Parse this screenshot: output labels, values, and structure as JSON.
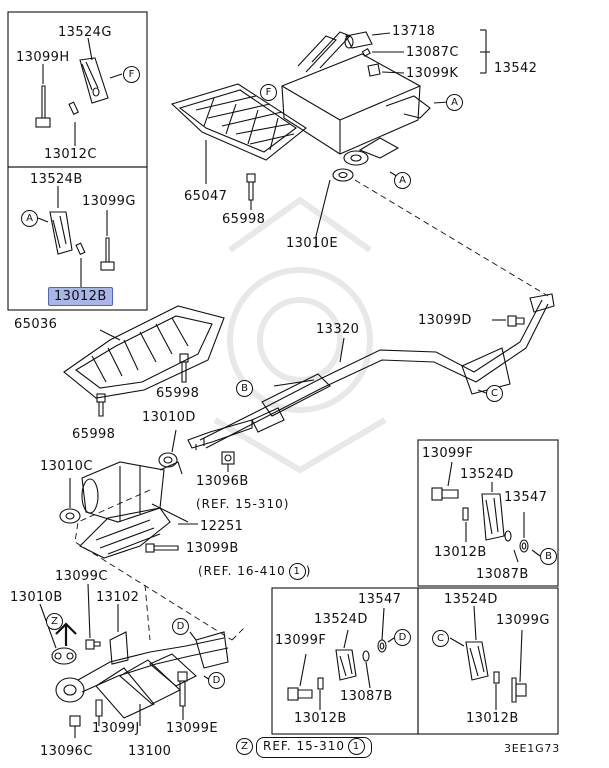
{
  "labels": {
    "p13524G": "13524G",
    "p13099H": "13099H",
    "p13012C": "13012C",
    "p13524B": "13524B",
    "p13099G_left": "13099G",
    "p13012B_left": "13012B",
    "p13718": "13718",
    "p13087C": "13087C",
    "p13099K": "13099K",
    "p13542": "13542",
    "p65047": "65047",
    "p65998_top": "65998",
    "p13010E": "13010E",
    "p13099D": "13099D",
    "p65036": "65036",
    "p13320": "13320",
    "p65998_mid": "65998",
    "p65998_low": "65998",
    "p13010D": "13010D",
    "p13096B": "13096B",
    "p13010C": "13010C",
    "p12251": "12251",
    "p13099B": "13099B",
    "p13099C": "13099C",
    "p13010B": "13010B",
    "p13102": "13102",
    "p13099J": "13099J",
    "p13099E": "13099E",
    "p13096C": "13096C",
    "p13100": "13100",
    "p13547_mid": "13547",
    "p13524D_mid": "13524D",
    "p13099F_mid": "13099F",
    "p13087B_mid": "13087B",
    "p13012B_mid": "13012B",
    "p13099F_r": "13099F",
    "p13524D_r": "13524D",
    "p13547_r": "13547",
    "p13012B_r": "13012B",
    "p13087B_r": "13087B",
    "p13524D_br": "13524D",
    "p13099G_br": "13099G",
    "p13012B_br": "13012B"
  },
  "markers": {
    "A": "A",
    "B": "B",
    "C": "C",
    "D": "D",
    "F": "F",
    "Z": "Z",
    "one": "1"
  },
  "refs": {
    "ref_15_310": "(REF. 15-310)",
    "ref_16_410": "(REF. 16-410",
    "ref_bottom": "REF. 15-310",
    "diagram_code": "3EE1G73"
  },
  "highlight": {
    "color": "#a9b6e8",
    "part": "13012B"
  }
}
